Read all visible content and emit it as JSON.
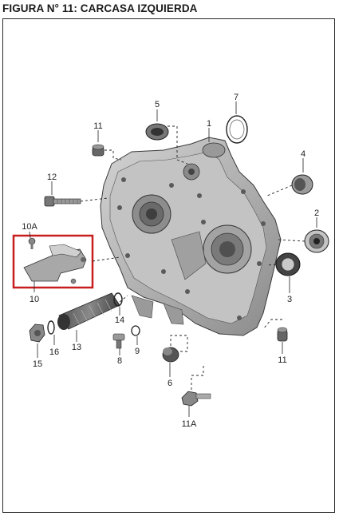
{
  "title": "FIGURA N° 11: CARCASA IZQUIERDA",
  "colors": {
    "highlight_box": "#c81e1e",
    "part_fill": "#b8b8b8",
    "part_dark": "#6e6e6e",
    "outline": "#3a3a3a"
  },
  "callouts": {
    "c1": "1",
    "c2": "2",
    "c3": "3",
    "c4": "4",
    "c5": "5",
    "c6": "6",
    "c7": "7",
    "c8": "8",
    "c9": "9",
    "c10": "10",
    "c10a": "10A",
    "c11_top": "11",
    "c11_right": "11",
    "c11a": "11A",
    "c12": "12",
    "c13": "13",
    "c14": "14",
    "c15": "15",
    "c16": "16"
  }
}
